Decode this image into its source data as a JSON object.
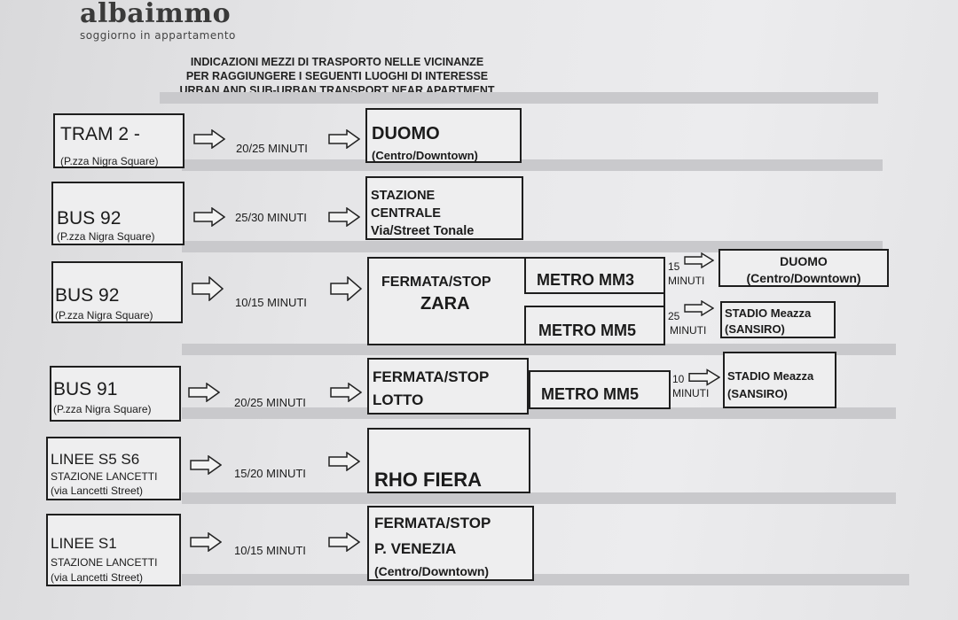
{
  "brand": {
    "name": "albaimmo",
    "tagline": "soggiorno in appartamento"
  },
  "heading": {
    "line1": "INDICAZIONI MEZZI DI TRASPORTO NELLE VICINANZE",
    "line2": "PER RAGGIUNGERE I SEGUENTI LUOGHI DI INTERESSE",
    "line3": "URBAN AND SUB-URBAN TRANSPORT NEAR APARTMENT"
  },
  "rows": [
    {
      "line": "TRAM 2 -",
      "from": "(P.zza  Nigra Square)",
      "duration": "20/25 MINUTI",
      "dest_line1": "DUOMO",
      "dest_line2": "(Centro/Downtown)"
    },
    {
      "line": "BUS 92",
      "from": "(P.zza Nigra Square)",
      "duration": "25/30 MINUTI",
      "dest_line1": "STAZIONE",
      "dest_line2": "CENTRALE",
      "dest_line3": "Via/Street Tonale"
    },
    {
      "line": "BUS 92",
      "from": "(P.zza Nigra Square)",
      "duration": "10/15 MINUTI",
      "stop_line1": "FERMATA/STOP",
      "stop_line2": "ZARA",
      "connections": [
        {
          "metro": "METRO MM3",
          "time_num": "15",
          "time_unit": "MINUTI",
          "dest_line1": "DUOMO",
          "dest_line2": "(Centro/Downtown)"
        },
        {
          "metro": "METRO MM5",
          "time_num": "25",
          "time_unit": "MINUTI",
          "dest_line1": "STADIO Meazza",
          "dest_line2": "(SANSIRO)"
        }
      ]
    },
    {
      "line": "BUS 91",
      "from": "(P.zza Nigra Square)",
      "duration": "20/25 MINUTI",
      "stop_line1": "FERMATA/STOP",
      "stop_line2": "LOTTO",
      "metro": "METRO MM5",
      "time_num": "10",
      "time_unit": "MINUTI",
      "dest_line1": "STADIO Meazza",
      "dest_line2": "(SANSIRO)"
    },
    {
      "line": "LINEE S5 S6",
      "station": "STAZIONE LANCETTI",
      "from": "(via Lancetti Street)",
      "duration": "15/20 MINUTI",
      "dest_line1": "RHO FIERA"
    },
    {
      "line": "LINEE S1",
      "station": "STAZIONE LANCETTI",
      "from": "(via Lancetti Street)",
      "duration": "10/15 MINUTI",
      "dest_line1": "FERMATA/STOP",
      "dest_line2": "P. VENEZIA",
      "dest_line3": "(Centro/Downtown)"
    }
  ],
  "colors": {
    "ink": "#1e1e1e",
    "paper": "#e8e8ea",
    "band": "#c9c9cc"
  }
}
